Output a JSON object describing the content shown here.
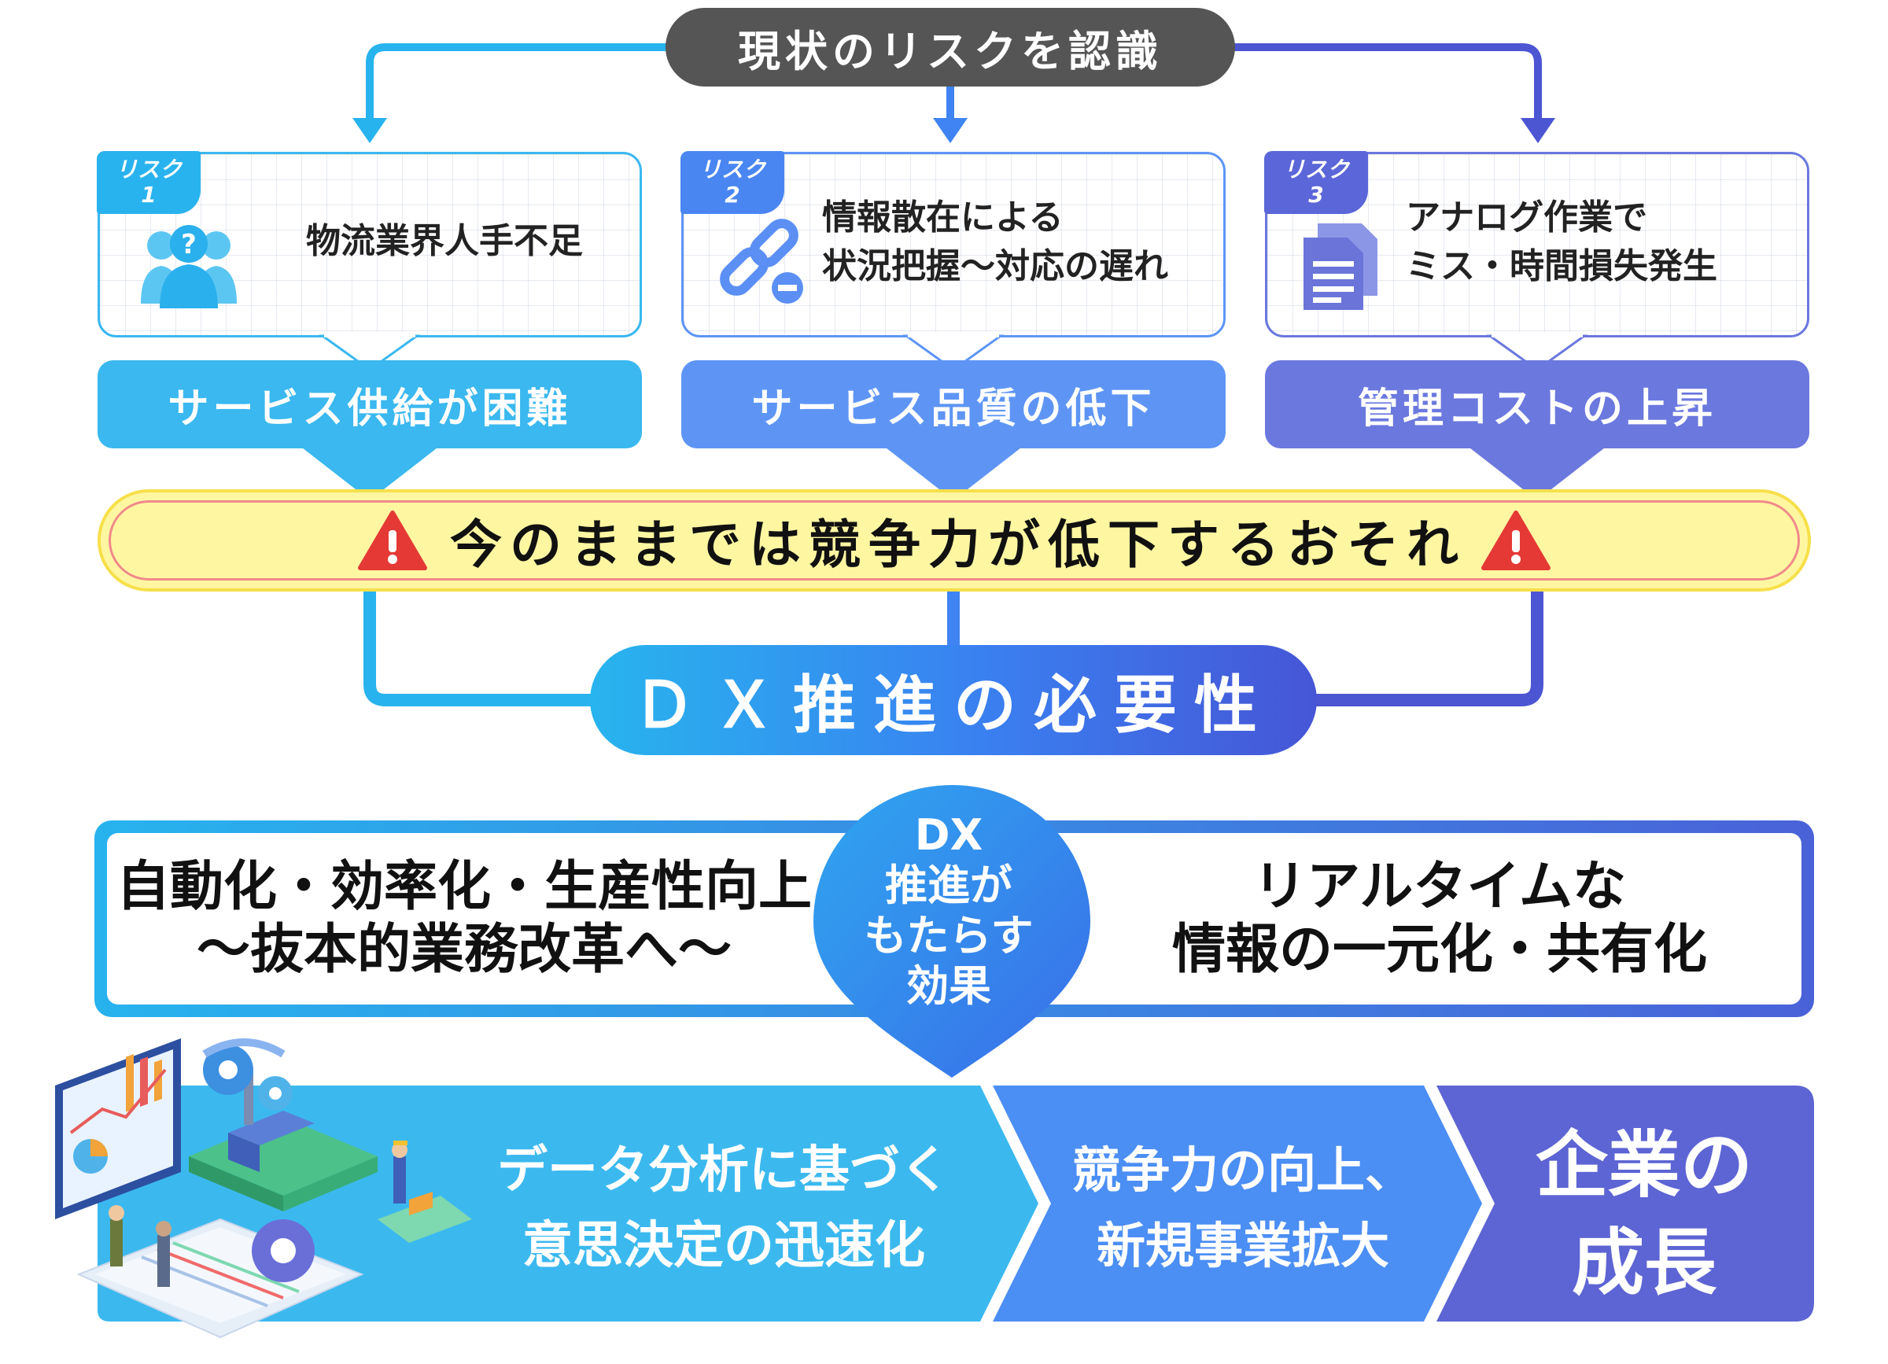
{
  "top": {
    "label": "現状のリスクを認識"
  },
  "risks": [
    {
      "tag_line1": "リスク",
      "tag_line2": "1",
      "text": [
        "物流業界人手不足"
      ],
      "icon": "people-question-icon",
      "result": "サービス供給が困難",
      "color": "#3ab8ef",
      "tag_color": "#29b3ee"
    },
    {
      "tag_line1": "リスク",
      "tag_line2": "2",
      "text": [
        "情報散在による",
        "状況把握〜対応の遅れ"
      ],
      "icon": "broken-link-icon",
      "result": "サービス品質の低下",
      "color": "#5e95f5",
      "tag_color": "#4a86f2"
    },
    {
      "tag_line1": "リスク",
      "tag_line2": "3",
      "text": [
        "アナログ作業で",
        "ミス・時間損失発生"
      ],
      "icon": "documents-icon",
      "result": "管理コストの上昇",
      "color": "#6b78de",
      "tag_color": "#5b66d8"
    }
  ],
  "warning": {
    "text": "今のままでは競争力が低下するおそれ",
    "icon": "warning-icon",
    "icon_color": "#e53935"
  },
  "dx": {
    "label": "ＤＸ推進の必要性"
  },
  "effects": {
    "center": [
      "DX",
      "推進が",
      "もたらす",
      "効果"
    ],
    "left": [
      "自動化・効率化・生産性向上",
      "〜抜本的業務改革へ〜"
    ],
    "right": [
      "リアルタイムな",
      "情報の一元化・共有化"
    ]
  },
  "outcomes": [
    {
      "lines": [
        "データ分析に基づく",
        "意思決定の迅速化"
      ],
      "color": "#3bb9ef"
    },
    {
      "lines": [
        "競争力の向上、",
        "新規事業拡大"
      ],
      "color": "#4b8ef4"
    },
    {
      "lines": [
        "企業の",
        "成長"
      ],
      "color": "#5d64d3"
    }
  ],
  "colors": {
    "cyan": "#27b3ee",
    "blue": "#3f84f2",
    "indigo": "#4c55d2",
    "dark": "#555555"
  }
}
